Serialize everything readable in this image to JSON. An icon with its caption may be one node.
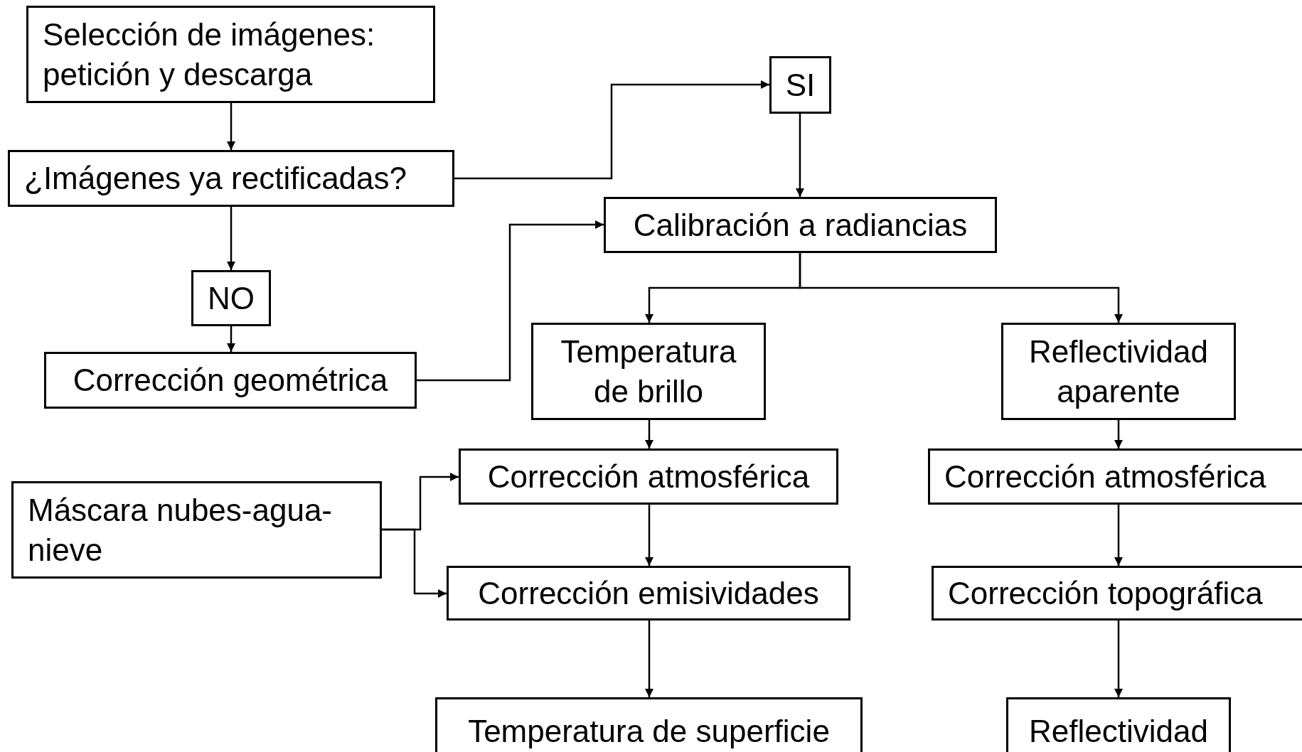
{
  "diagram": {
    "nodes": [
      {
        "text": [
          "Selección de imágenes: petición y descarga"
        ]
      },
      {
        "text": [
          "¿Imágenes ya rectificadas?"
        ]
      },
      {
        "text": [
          "SI"
        ]
      },
      {
        "text": [
          "Calibración a radiancias"
        ]
      },
      {
        "text": [
          "NO"
        ]
      },
      {
        "text": [
          "Corrección geométrica"
        ]
      },
      {
        "text": [
          "Temperatura de brillo"
        ]
      },
      {
        "text": [
          "Reflectividad aparente"
        ]
      },
      {
        "text": [
          "Máscara nubes-agua-nieve"
        ]
      },
      {
        "text": [
          "Corrección atmosférica"
        ]
      },
      {
        "text": [
          "Corrección atmosférica"
        ]
      },
      {
        "text": [
          "Corrección emisividades"
        ]
      },
      {
        "text": [
          "Corrección topográfica"
        ]
      },
      {
        "text": [
          "Temperatura de superficie"
        ]
      },
      {
        "text": [
          "Reflectividad"
        ]
      }
    ],
    "edges": [
      {
        "from": 0,
        "to": 1,
        "arrow": "to"
      },
      {
        "from": 1,
        "to": 2,
        "arrow": "to"
      },
      {
        "from": 2,
        "to": 3,
        "arrow": "to"
      },
      {
        "from": 1,
        "to": 4,
        "arrow": "to"
      },
      {
        "from": 4,
        "to": 5,
        "arrow": "to"
      },
      {
        "from": 5,
        "to": 3,
        "arrow": "to"
      },
      {
        "from": 3,
        "to": 6,
        "arrow": "to"
      },
      {
        "from": 3,
        "to": 7,
        "arrow": "to"
      },
      {
        "from": 6,
        "to": 9,
        "arrow": "to"
      },
      {
        "from": 7,
        "to": 10,
        "arrow": "to"
      },
      {
        "from": 8,
        "to": 9,
        "arrow": "to"
      },
      {
        "from": 8,
        "to": 11,
        "arrow": "to"
      },
      {
        "from": 9,
        "to": 11,
        "arrow": "to"
      },
      {
        "from": 10,
        "to": 12,
        "arrow": "to"
      },
      {
        "from": 11,
        "to": 13,
        "arrow": "to"
      },
      {
        "from": 12,
        "to": 14,
        "arrow": "to"
      }
    ]
  }
}
